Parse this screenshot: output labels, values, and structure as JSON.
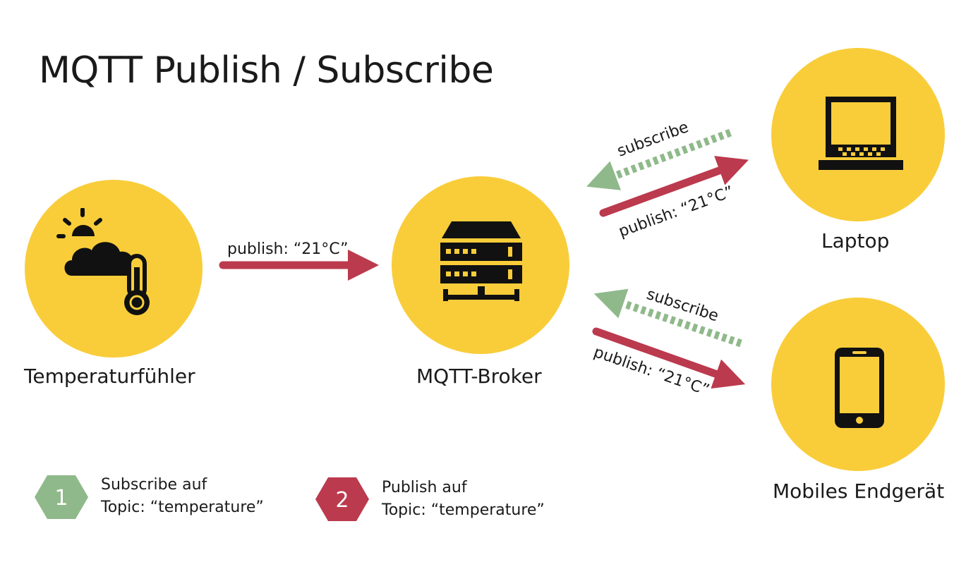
{
  "title": "MQTT Publish / Subscribe",
  "colors": {
    "node_fill": "#f9cd3a",
    "publish": "#bb3a4d",
    "subscribe": "#8fb98a",
    "icon": "#111111"
  },
  "nodes": {
    "sensor": {
      "label": "Temperaturfühler",
      "icon": "weather-thermometer-icon"
    },
    "broker": {
      "label": "MQTT-Broker",
      "icon": "server-icon"
    },
    "laptop": {
      "label": "Laptop",
      "icon": "laptop-icon"
    },
    "mobile": {
      "label": "Mobiles Endgerät",
      "icon": "smartphone-icon"
    }
  },
  "arrows": {
    "sensor_to_broker": "publish: “21°C”",
    "broker_to_laptop_publish": "publish: “21°C”",
    "laptop_to_broker_subscribe": "subscribe",
    "broker_to_mobile_publish": "publish: “21°C”",
    "mobile_to_broker_subscribe": "subscribe"
  },
  "legend": [
    {
      "number": "1",
      "line1": "Subscribe auf",
      "line2": "Topic: “temperature”"
    },
    {
      "number": "2",
      "line1": "Publish auf",
      "line2": "Topic: “temperature”"
    }
  ]
}
